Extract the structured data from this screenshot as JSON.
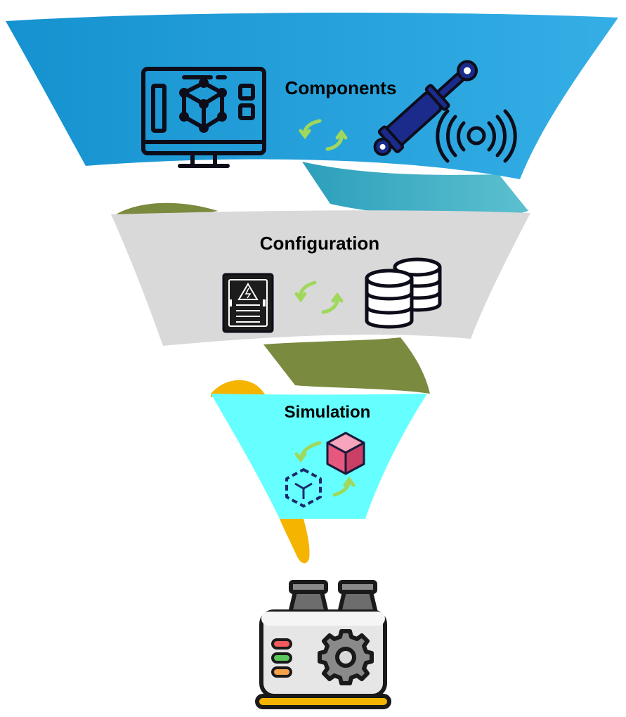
{
  "funnel": {
    "stages": [
      {
        "id": "components",
        "label": "Components",
        "color": "#1f9bd6"
      },
      {
        "id": "configuration",
        "label": "Configuration",
        "color": "#d9d9d9"
      },
      {
        "id": "simulation",
        "label": "Simulation",
        "color": "#66ffff"
      }
    ],
    "ribbon_colors": [
      "#2aa3df",
      "#7a8c3c",
      "#f5b400"
    ],
    "cycle_arrow_color": "#9fd85a",
    "icons": {
      "components": [
        "monitor-3d-model-icon",
        "hydraulic-cylinder-icon",
        "sensor-signal-icon",
        "cycle-arrows-icon"
      ],
      "configuration": [
        "electrical-cabinet-icon",
        "database-icon",
        "cycle-arrows-icon"
      ],
      "simulation": [
        "solid-cube-icon",
        "dashed-cube-icon",
        "cycle-arrows-icon"
      ],
      "output": [
        "industrial-machine-icon"
      ]
    }
  }
}
